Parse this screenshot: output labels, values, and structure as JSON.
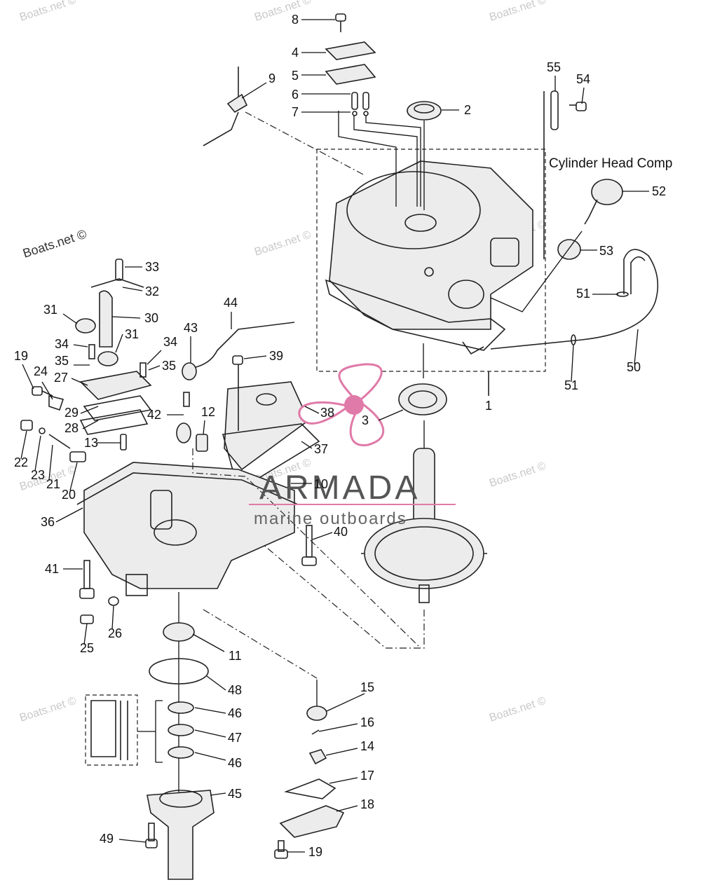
{
  "watermarks": [
    "Boats.net ©",
    "Boats.net ©",
    "Boats.net ©",
    "Boats.net ©",
    "Boats.net ©",
    "Boats.net ©",
    "Boats.net ©",
    "Boats.net ©",
    "Boats.net ©",
    "Boats.net ©"
  ],
  "credit": "Boats.net ©",
  "section_label": "Cylinder Head Comp",
  "logo": {
    "name": "ARMADA",
    "tagline": "marine outboards",
    "accent": "#e07aa8"
  },
  "callouts": [
    "1",
    "2",
    "3",
    "4",
    "5",
    "6",
    "7",
    "8",
    "9",
    "10",
    "11",
    "12",
    "13",
    "14",
    "15",
    "16",
    "17",
    "18",
    "19",
    "19",
    "20",
    "21",
    "22",
    "23",
    "24",
    "25",
    "26",
    "27",
    "28",
    "29",
    "30",
    "31",
    "31",
    "32",
    "33",
    "34",
    "34",
    "35",
    "35",
    "36",
    "37",
    "38",
    "39",
    "40",
    "41",
    "42",
    "43",
    "44",
    "45",
    "46",
    "46",
    "47",
    "48",
    "49",
    "50",
    "51",
    "51",
    "52",
    "53",
    "54",
    "55"
  ]
}
